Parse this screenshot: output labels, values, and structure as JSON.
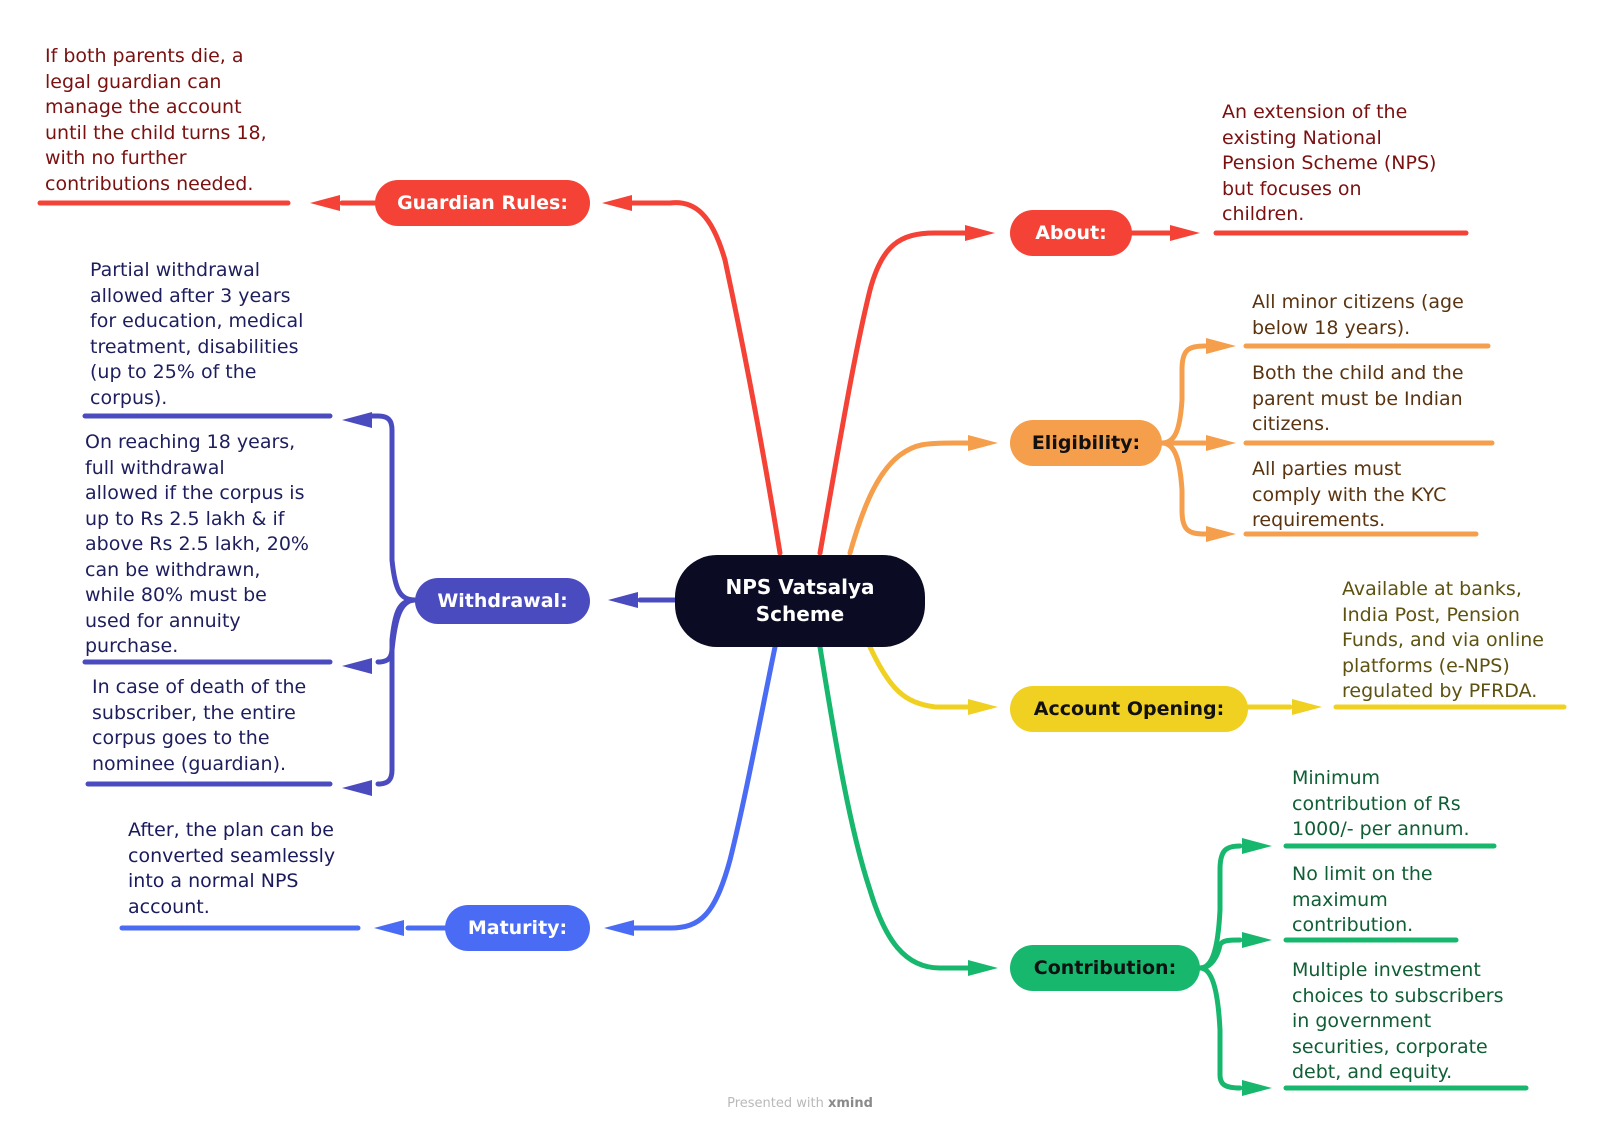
{
  "central": {
    "line1": "NPS Vatsalya",
    "line2": "Scheme",
    "color": "#0b0b24"
  },
  "topics": {
    "guardian": {
      "label": "Guardian Rules:",
      "color": "#f44336",
      "text_color": "#7a1010",
      "items": [
        "If both parents die, a\nlegal guardian can\nmanage the account\nuntil the child turns 18,\nwith no further\ncontributions needed."
      ]
    },
    "withdrawal": {
      "label": "Withdrawal:",
      "color": "#4b4bc0",
      "text_color": "#1e1e5e",
      "items": [
        "Partial withdrawal\nallowed after 3 years\nfor education, medical\ntreatment, disabilities\n(up to 25% of the\ncorpus).",
        "On reaching 18 years,\nfull withdrawal\nallowed if the corpus is\nup to Rs 2.5 lakh & if\nabove Rs 2.5 lakh, 20%\ncan be withdrawn,\nwhile 80% must be\nused for annuity\npurchase.",
        "In case of death of the\nsubscriber, the entire\ncorpus goes to the\nnominee (guardian)."
      ]
    },
    "maturity": {
      "label": "Maturity:",
      "color": "#4a6cf4",
      "text_color": "#1a1a5c",
      "items": [
        "After, the plan can be\nconverted seamlessly\ninto a normal NPS\naccount."
      ]
    },
    "about": {
      "label": "About:",
      "color": "#f44336",
      "text_color": "#7a1010",
      "items": [
        "An extension of the\nexisting National\nPension Scheme (NPS)\nbut focuses on\nchildren."
      ]
    },
    "eligibility": {
      "label": "Eligibility:",
      "color": "#f59e4c",
      "text_color": "#5a3410",
      "items": [
        "All minor citizens (age\nbelow 18 years).",
        "Both the child and the\nparent must be Indian\ncitizens.",
        "All parties must\ncomply with the KYC\nrequirements."
      ]
    },
    "account": {
      "label": "Account Opening:",
      "color": "#f0d020",
      "text_color": "#5e5210",
      "items": [
        "Available at banks,\nIndia Post, Pension\nFunds, and via online\nplatforms (e-NPS)\nregulated by PFRDA."
      ]
    },
    "contribution": {
      "label": "Contribution:",
      "color": "#17b86e",
      "text_color": "#0f5e34",
      "items": [
        "Minimum\ncontribution of Rs\n1000/- per annum.",
        "No limit on the\nmaximum\ncontribution.",
        "Multiple investment\nchoices to subscribers\nin government\nsecurities, corporate\ndebt, and equity."
      ]
    }
  },
  "footer": {
    "prefix": "Presented with",
    "brand": "xmind"
  }
}
